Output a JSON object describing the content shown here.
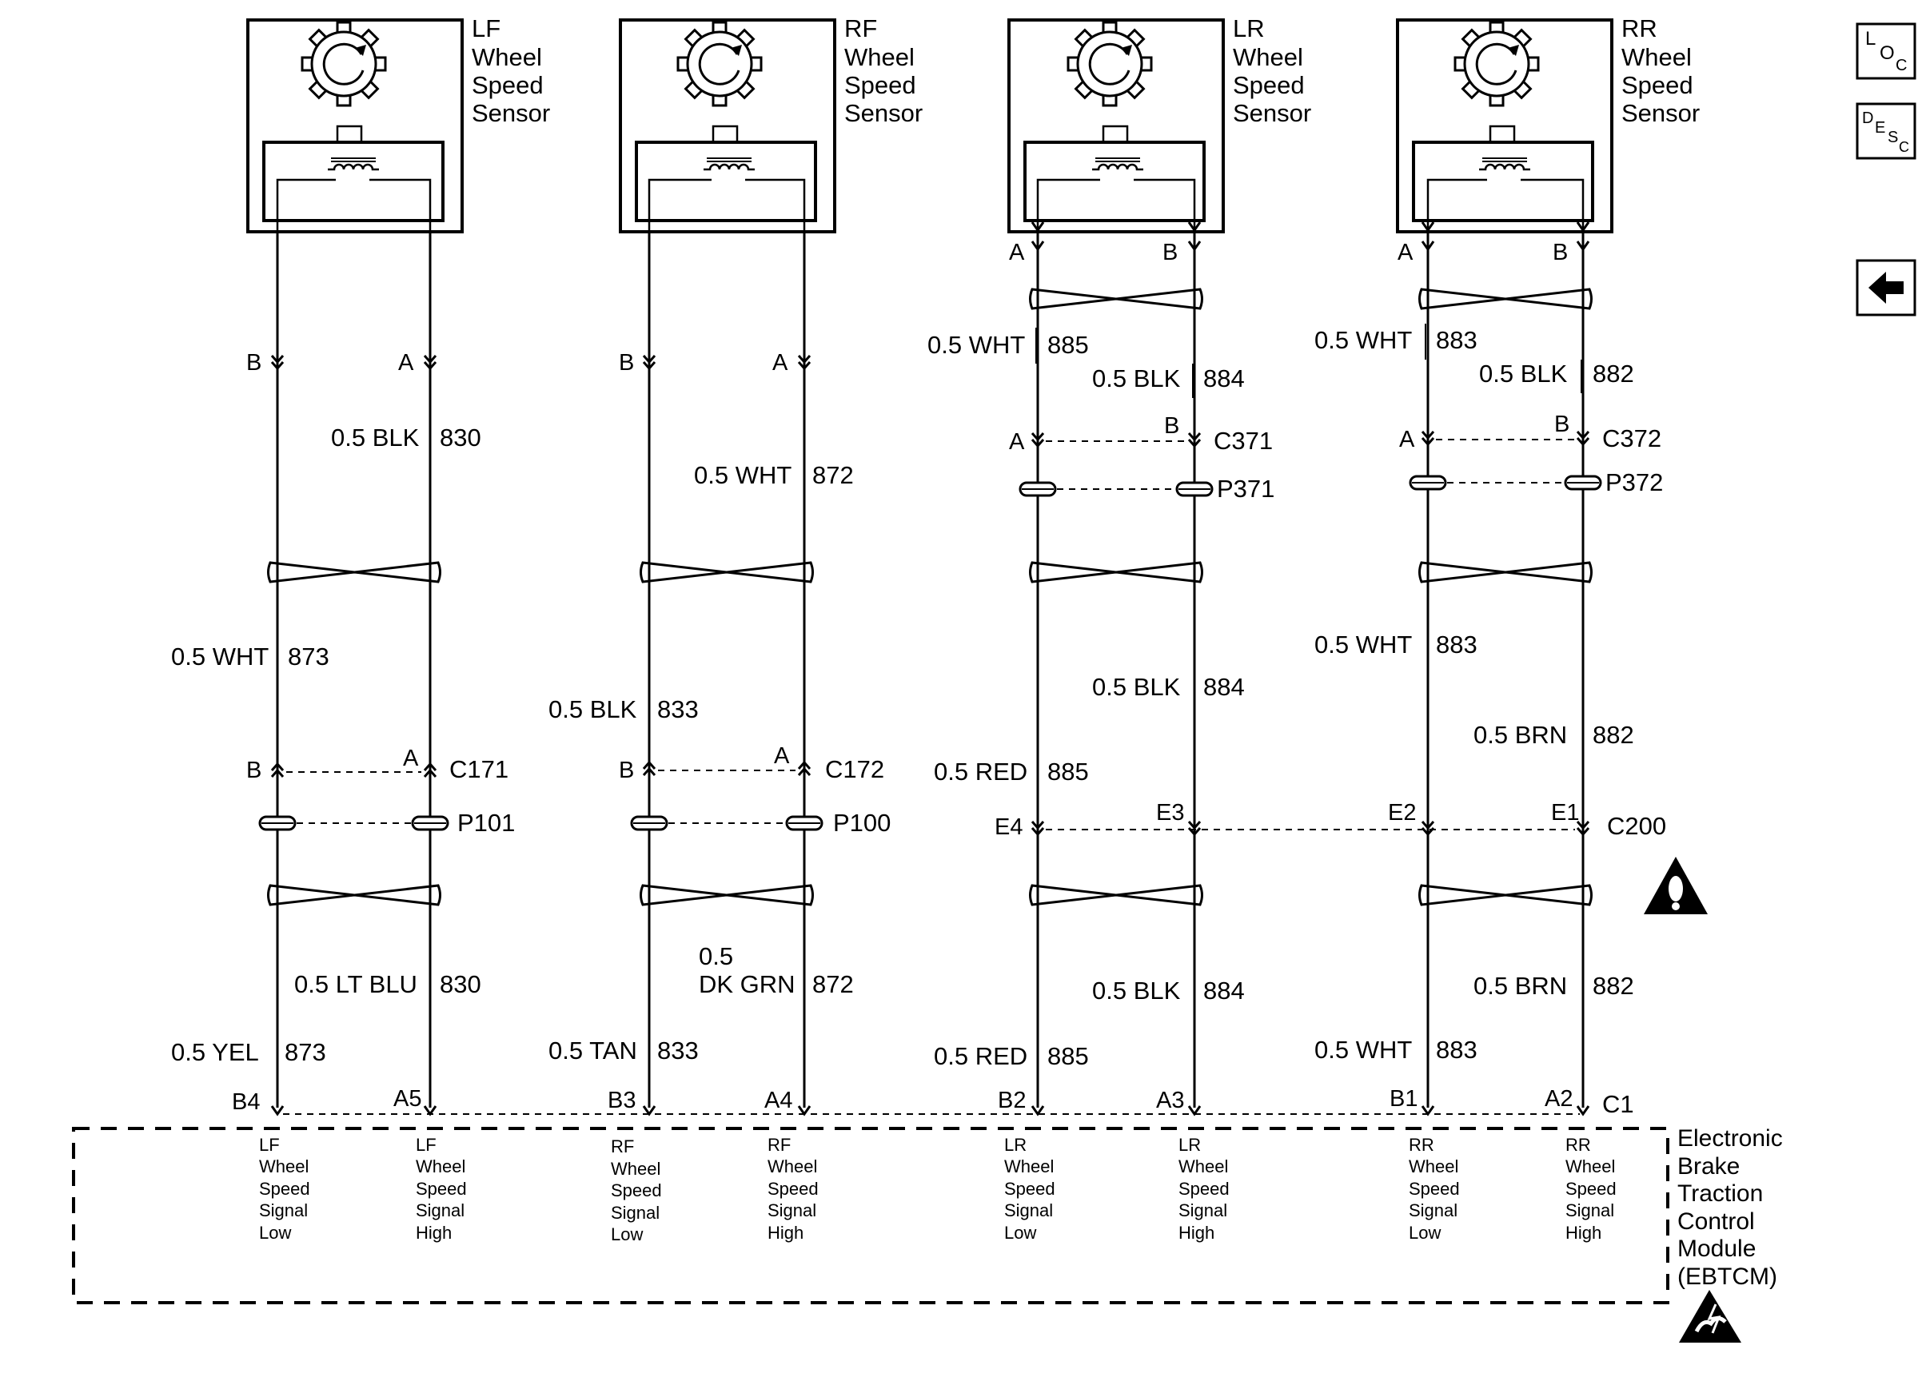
{
  "sensors": [
    {
      "lines": [
        "LF",
        "Wheel",
        "Speed",
        "Sensor"
      ]
    },
    {
      "lines": [
        "RF",
        "Wheel",
        "Speed",
        "Sensor"
      ]
    },
    {
      "lines": [
        "LR",
        "Wheel",
        "Speed",
        "Sensor"
      ]
    },
    {
      "lines": [
        "RR",
        "Wheel",
        "Speed",
        "Sensor"
      ]
    }
  ],
  "sensor_pins": {
    "lf_b": "B",
    "lf_a": "A",
    "rf_b": "B",
    "rf_a": "A",
    "lr_a": "A",
    "lr_b": "B",
    "rr_a": "A",
    "rr_b": "B"
  },
  "wires": {
    "lr_top_low": {
      "color": "0.5 WHT",
      "circuit": "885"
    },
    "lr_top_high": {
      "color": "0.5 BLK",
      "circuit": "884"
    },
    "rr_top_low": {
      "color": "0.5 WHT",
      "circuit": "883"
    },
    "rr_top_high": {
      "color": "0.5 BLK",
      "circuit": "882"
    },
    "lf_high_1": {
      "color": "0.5 BLK",
      "circuit": "830"
    },
    "rf_high_1": {
      "color": "0.5 WHT",
      "circuit": "872"
    },
    "lf_low_2": {
      "color": "0.5 WHT",
      "circuit": "873"
    },
    "rf_low_2": {
      "color": "0.5 BLK",
      "circuit": "833"
    },
    "lr_high_2": {
      "color": "0.5 BLK",
      "circuit": "884"
    },
    "rr_low_2": {
      "color": "0.5 WHT",
      "circuit": "883"
    },
    "rr_high_2": {
      "color": "0.5 BRN",
      "circuit": "882"
    },
    "lr_low_2": {
      "color": "0.5 RED",
      "circuit": "885"
    },
    "lf_high_3": {
      "color": "0.5 LT BLU",
      "circuit": "830"
    },
    "rf_high_3": {
      "color_1": "0.5",
      "color_2": "DK GRN",
      "circuit": "872"
    },
    "lr_high_3": {
      "color": "0.5 BLK",
      "circuit": "884"
    },
    "rr_high_3": {
      "color": "0.5 BRN",
      "circuit": "882"
    },
    "lf_low_4": {
      "color": "0.5 YEL",
      "circuit": "873"
    },
    "rf_low_4": {
      "color": "0.5 TAN",
      "circuit": "833"
    },
    "lr_low_4": {
      "color": "0.5 RED",
      "circuit": "885"
    },
    "rr_low_4": {
      "color": "0.5 WHT",
      "circuit": "883"
    }
  },
  "connectors": {
    "c371": {
      "name": "C371",
      "pin_left": "A",
      "pin_right": "B"
    },
    "c372": {
      "name": "C372",
      "pin_left": "A",
      "pin_right": "B"
    },
    "p371": {
      "name": "P371"
    },
    "p372": {
      "name": "P372"
    },
    "c171": {
      "name": "C171",
      "pin_left": "B",
      "pin_right": "A"
    },
    "c172": {
      "name": "C172",
      "pin_left": "B",
      "pin_right": "A"
    },
    "p101": {
      "name": "P101"
    },
    "p100": {
      "name": "P100"
    },
    "c200": {
      "name": "C200",
      "pins": [
        "E4",
        "E3",
        "E2",
        "E1"
      ]
    },
    "c1": {
      "name": "C1",
      "pins": [
        "B4",
        "A5",
        "B3",
        "A4",
        "B2",
        "A3",
        "B1",
        "A2"
      ]
    }
  },
  "module": {
    "lines": [
      "Electronic",
      "Brake",
      "Traction",
      "Control",
      "Module",
      "(EBTCM)"
    ],
    "inputs": [
      [
        "LF",
        "Wheel",
        "Speed",
        "Signal",
        "Low"
      ],
      [
        "LF",
        "Wheel",
        "Speed",
        "Signal",
        "High"
      ],
      [
        "RF",
        "Wheel",
        "Speed",
        "Signal",
        "Low"
      ],
      [
        "RF",
        "Wheel",
        "Speed",
        "Signal",
        "High"
      ],
      [
        "LR",
        "Wheel",
        "Speed",
        "Signal",
        "Low"
      ],
      [
        "LR",
        "Wheel",
        "Speed",
        "Signal",
        "High"
      ],
      [
        "RR",
        "Wheel",
        "Speed",
        "Signal",
        "Low"
      ],
      [
        "RR",
        "Wheel",
        "Speed",
        "Signal",
        "High"
      ]
    ]
  },
  "side_buttons": {
    "loc": {
      "l1": "L",
      "l2": "O",
      "l3": "C"
    },
    "desc": {
      "l1": "D",
      "l2": "E",
      "l3": "S",
      "l4": "C"
    }
  },
  "icons": [
    "wheel-speed-sensor-icon",
    "caution-icon",
    "esd-sensitive-icon",
    "back-arrow-icon"
  ]
}
